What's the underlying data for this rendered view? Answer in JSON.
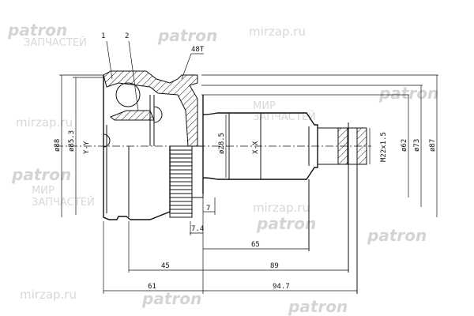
{
  "watermark": {
    "brand": "patron",
    "shop_line1": "МИР",
    "shop_line2": "ЗАПЧАСТЕЙ",
    "site": "mirzap.ru"
  },
  "callouts": {
    "part1": "1",
    "part2": "2",
    "teeth": "48T"
  },
  "axes": {
    "yy": "Y-Y",
    "xx": "X-X"
  },
  "dimensions": {
    "d88": "ø88",
    "d85_3": "ø85.3",
    "d28_5": "ø28.5",
    "thread": "M22x1.5",
    "d62": "ø62",
    "d73": "ø73",
    "d87": "ø87",
    "l7": "7",
    "l7_4": "7.4",
    "l65": "65",
    "l45": "45",
    "l89": "89",
    "l61": "61",
    "l94_7": "94.7"
  }
}
